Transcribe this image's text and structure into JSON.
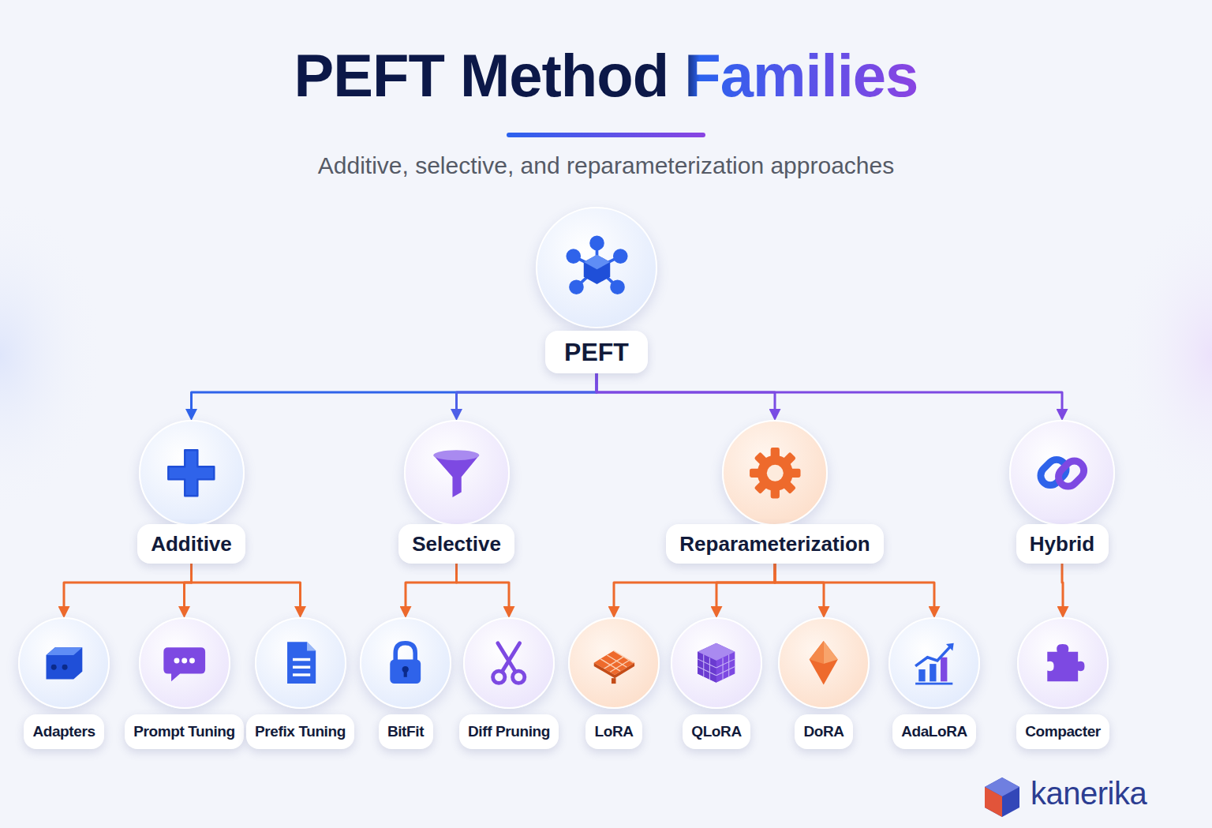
{
  "diagram": {
    "title": "PEFT Method Families",
    "caption": "Additive, selective, and reparameterization approaches",
    "nodes": [
      {
        "text": [
          "PEFT"
        ]
      },
      {
        "text": [
          "Additive"
        ]
      },
      {
        "text": [
          "Selective"
        ]
      },
      {
        "text": [
          "Reparameterization"
        ]
      },
      {
        "text": [
          "Hybrid"
        ]
      },
      {
        "text": [
          "Adapters"
        ]
      },
      {
        "text": [
          "Prompt Tuning"
        ]
      },
      {
        "text": [
          "Prefix Tuning"
        ]
      },
      {
        "text": [
          "BitFit"
        ]
      },
      {
        "text": [
          "Diff Pruning"
        ]
      },
      {
        "text": [
          "LoRA"
        ]
      },
      {
        "text": [
          "QLoRA"
        ]
      },
      {
        "text": [
          "DoRA"
        ]
      },
      {
        "text": [
          "AdaLoRA"
        ]
      },
      {
        "text": [
          "Compacter"
        ]
      }
    ],
    "edges": [
      {
        "from": 0,
        "to": 1,
        "arrow": "to"
      },
      {
        "from": 0,
        "to": 2,
        "arrow": "to"
      },
      {
        "from": 0,
        "to": 3,
        "arrow": "to"
      },
      {
        "from": 0,
        "to": 4,
        "arrow": "to"
      },
      {
        "from": 1,
        "to": 5,
        "arrow": "to"
      },
      {
        "from": 1,
        "to": 6,
        "arrow": "to"
      },
      {
        "from": 1,
        "to": 7,
        "arrow": "to"
      },
      {
        "from": 2,
        "to": 8,
        "arrow": "to"
      },
      {
        "from": 2,
        "to": 9,
        "arrow": "to"
      },
      {
        "from": 3,
        "to": 10,
        "arrow": "to"
      },
      {
        "from": 3,
        "to": 11,
        "arrow": "to"
      },
      {
        "from": 3,
        "to": 12,
        "arrow": "to"
      },
      {
        "from": 3,
        "to": 13,
        "arrow": "to"
      },
      {
        "from": 4,
        "to": 14,
        "arrow": "to"
      }
    ],
    "labels": [
      "kanerika"
    ]
  }
}
